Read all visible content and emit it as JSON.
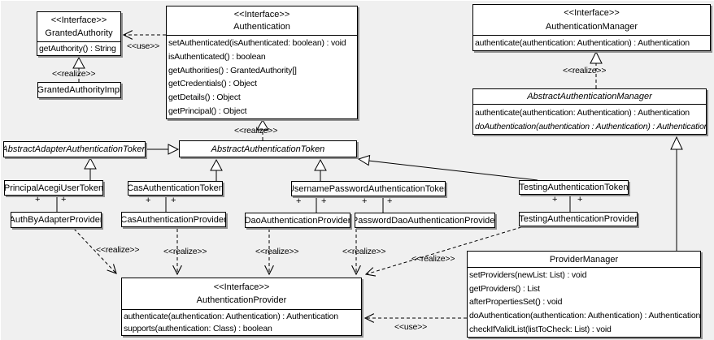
{
  "labels": {
    "use": "<<use>>",
    "realize": "<<realize>>",
    "plus": "+",
    "interface_stereotype": "<<Interface>>"
  },
  "classes": {
    "granted_authority": {
      "stereotype": "<<Interface>>",
      "name": "GrantedAuthority",
      "methods": [
        "getAuthority() : String"
      ]
    },
    "granted_authority_impl": {
      "name": "GrantedAuthorityImpl"
    },
    "authentication": {
      "stereotype": "<<Interface>>",
      "name": "Authentication",
      "methods": [
        "setAuthenticated(isAuthenticated: boolean) : void",
        "isAuthenticated() : boolean",
        "getAuthorities() : GrantedAuthority[]",
        "getCredentials() : Object",
        "getDetails() : Object",
        "getPrincipal() : Object"
      ]
    },
    "authentication_manager": {
      "stereotype": "<<Interface>>",
      "name": "AuthenticationManager",
      "methods": [
        "authenticate(authentication: Authentication) : Authentication"
      ]
    },
    "abstract_authentication_manager": {
      "name": "AbstractAuthenticationManager",
      "abstract": true,
      "methods": [
        "authenticate(authentication: Authentication) : Authentication",
        "doAuthentication(authentication : Authentication) : Authentication"
      ]
    },
    "abstract_adapter_authentication_token": {
      "name": "AbstractAdapterAuthenticationToken",
      "abstract": true
    },
    "abstract_authentication_token": {
      "name": "AbstractAuthenticationToken",
      "abstract": true
    },
    "principal_acegi_user_token": {
      "name": "PrincipalAcegiUserToken"
    },
    "cas_authentication_token": {
      "name": "CasAuthenticationToken"
    },
    "username_password_authentication_token": {
      "name": "UsernamePasswordAuthenticationToken"
    },
    "testing_authentication_token": {
      "name": "TestingAuthenticationToken"
    },
    "auth_by_adapter_provider": {
      "name": "AuthByAdapterProvider"
    },
    "cas_authentication_provider": {
      "name": "CasAuthenticationProvider"
    },
    "dao_authentication_provider": {
      "name": "DaoAuthenticationProvider"
    },
    "password_dao_authentication_provider": {
      "name": "PasswordDaoAuthenticationProvider"
    },
    "testing_authentication_provider": {
      "name": "TestingAuthenticationProvider"
    },
    "authentication_provider": {
      "stereotype": "<<Interface>>",
      "name": "AuthenticationProvider",
      "methods": [
        "authenticate(authentication: Authentication) : Authentication",
        "supports(authentication: Class) : boolean"
      ]
    },
    "provider_manager": {
      "name": "ProviderManager",
      "methods": [
        "setProviders(newList: List) : void",
        "getProviders() : List",
        "afterPropertiesSet() : void",
        "doAuthentication(authentication: Authentication) : Authentication",
        "checkIfValidList(listToCheck: List) : void"
      ]
    }
  },
  "relationships": [
    {
      "type": "use",
      "from": "Authentication",
      "to": "GrantedAuthority",
      "label": "<<use>>"
    },
    {
      "type": "realize",
      "from": "GrantedAuthorityImpl",
      "to": "GrantedAuthority",
      "label": "<<realize>>"
    },
    {
      "type": "realize",
      "from": "AbstractAuthenticationToken",
      "to": "Authentication",
      "label": "<<realize>>"
    },
    {
      "type": "realize",
      "from": "AbstractAuthenticationManager",
      "to": "AuthenticationManager",
      "label": "<<realize>>"
    },
    {
      "type": "generalization",
      "from": "AbstractAdapterAuthenticationToken",
      "to": "AbstractAuthenticationToken"
    },
    {
      "type": "generalization",
      "from": "PrincipalAcegiUserToken",
      "to": "AbstractAdapterAuthenticationToken"
    },
    {
      "type": "generalization",
      "from": "CasAuthenticationToken",
      "to": "AbstractAuthenticationToken"
    },
    {
      "type": "generalization",
      "from": "UsernamePasswordAuthenticationToken",
      "to": "AbstractAuthenticationToken"
    },
    {
      "type": "generalization",
      "from": "TestingAuthenticationToken",
      "to": "AbstractAuthenticationToken"
    },
    {
      "type": "generalization",
      "from": "ProviderManager",
      "to": "AbstractAuthenticationManager"
    },
    {
      "type": "association",
      "from": "PrincipalAcegiUserToken",
      "to": "AuthByAdapterProvider",
      "ends": "+ +"
    },
    {
      "type": "association",
      "from": "CasAuthenticationToken",
      "to": "CasAuthenticationProvider",
      "ends": "+ +"
    },
    {
      "type": "association",
      "from": "UsernamePasswordAuthenticationToken",
      "to": "DaoAuthenticationProvider",
      "ends": "+ +"
    },
    {
      "type": "association",
      "from": "UsernamePasswordAuthenticationToken",
      "to": "PasswordDaoAuthenticationProvider",
      "ends": "+ +"
    },
    {
      "type": "association",
      "from": "TestingAuthenticationToken",
      "to": "TestingAuthenticationProvider",
      "ends": "+ +"
    },
    {
      "type": "realize",
      "from": "AuthByAdapterProvider",
      "to": "AuthenticationProvider",
      "label": "<<realize>>"
    },
    {
      "type": "realize",
      "from": "CasAuthenticationProvider",
      "to": "AuthenticationProvider",
      "label": "<<realize>>"
    },
    {
      "type": "realize",
      "from": "DaoAuthenticationProvider",
      "to": "AuthenticationProvider",
      "label": "<<realize>>"
    },
    {
      "type": "realize",
      "from": "PasswordDaoAuthenticationProvider",
      "to": "AuthenticationProvider",
      "label": "<<realize>>"
    },
    {
      "type": "realize",
      "from": "TestingAuthenticationProvider",
      "to": "AuthenticationProvider",
      "label": "<<realize>>"
    },
    {
      "type": "use",
      "from": "ProviderManager",
      "to": "AuthenticationProvider",
      "label": "<<use>>"
    }
  ]
}
